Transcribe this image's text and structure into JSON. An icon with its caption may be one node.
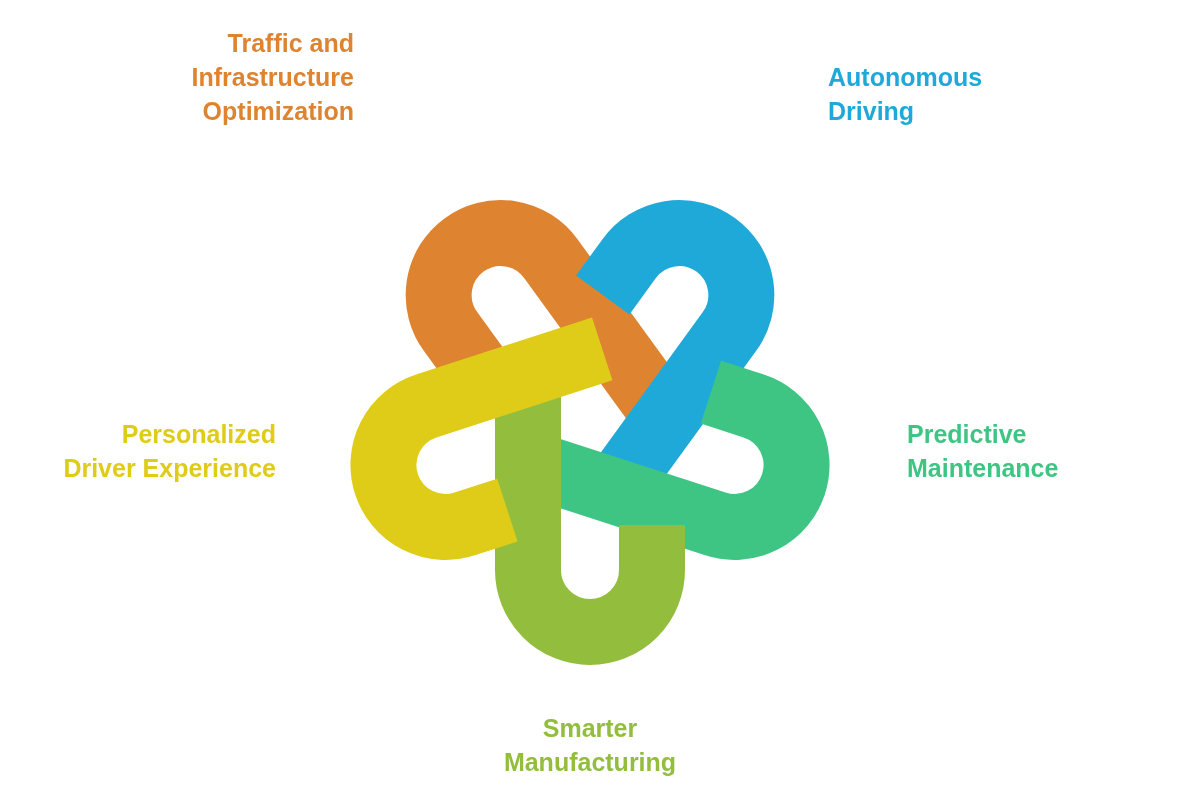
{
  "diagram": {
    "labels": [
      "Traffic and Infrastructure Optimization",
      "Autonomous Driving",
      "Personalized Driver Experience",
      "Predictive Maintenance",
      "Smarter Manufacturing"
    ]
  }
}
